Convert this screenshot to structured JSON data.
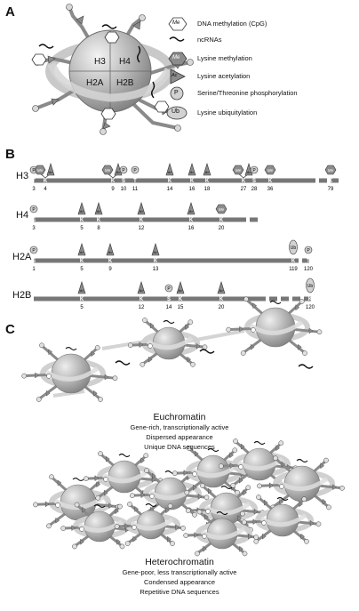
{
  "panels": {
    "a": "A",
    "b": "B",
    "c": "C"
  },
  "legend": [
    {
      "symbol": "Me",
      "label": "DNA methylation (CpG)"
    },
    {
      "symbol": "",
      "label": "ncRNAs"
    },
    {
      "symbol": "Me",
      "label": "Lysine methylation"
    },
    {
      "symbol": "Ac",
      "label": "Lysine acetylation"
    },
    {
      "symbol": "P",
      "label": "Serine/Threonine phosphorylation"
    },
    {
      "symbol": "Ub",
      "label": "Lysine ubiquitylation"
    }
  ],
  "nucleosome": {
    "h3": "H3",
    "h4": "H4",
    "h2a": "H2A",
    "h2b": "H2B"
  },
  "histones": [
    {
      "name": "H3",
      "sites": [
        {
          "residue": "T",
          "pos": "3",
          "marks": [
            "P"
          ]
        },
        {
          "residue": "K",
          "pos": "4",
          "marks": [
            "Me",
            "Ac"
          ]
        },
        {
          "residue": "K",
          "pos": "9",
          "marks": [
            "Me",
            "Ac"
          ]
        },
        {
          "residue": "S",
          "pos": "10",
          "marks": [
            "P"
          ]
        },
        {
          "residue": "T",
          "pos": "11",
          "marks": [
            "P"
          ]
        },
        {
          "residue": "K",
          "pos": "14",
          "marks": [
            "Ac"
          ]
        },
        {
          "residue": "K",
          "pos": "16",
          "marks": [
            "Ac"
          ]
        },
        {
          "residue": "K",
          "pos": "18",
          "marks": [
            "Ac"
          ]
        },
        {
          "residue": "K",
          "pos": "27",
          "marks": [
            "Me",
            "Ac"
          ]
        },
        {
          "residue": "S",
          "pos": "28",
          "marks": [
            "P"
          ]
        },
        {
          "residue": "K",
          "pos": "36",
          "marks": [
            "Me"
          ]
        },
        {
          "residue": "K",
          "pos": "79",
          "marks": [
            "Me"
          ]
        }
      ]
    },
    {
      "name": "H4",
      "sites": [
        {
          "residue": "S",
          "pos": "3",
          "marks": [
            "P"
          ]
        },
        {
          "residue": "K",
          "pos": "5",
          "marks": [
            "Ac"
          ]
        },
        {
          "residue": "K",
          "pos": "8",
          "marks": [
            "Ac"
          ]
        },
        {
          "residue": "K",
          "pos": "12",
          "marks": [
            "Ac"
          ]
        },
        {
          "residue": "K",
          "pos": "16",
          "marks": [
            "Ac"
          ]
        },
        {
          "residue": "K",
          "pos": "20",
          "marks": [
            "Me"
          ]
        }
      ]
    },
    {
      "name": "H2A",
      "sites": [
        {
          "residue": "S",
          "pos": "1",
          "marks": [
            "P"
          ]
        },
        {
          "residue": "K",
          "pos": "5",
          "marks": [
            "Ac"
          ]
        },
        {
          "residue": "K",
          "pos": "9",
          "marks": [
            "Ac"
          ]
        },
        {
          "residue": "K",
          "pos": "13",
          "marks": [
            "Ac"
          ]
        },
        {
          "residue": "K",
          "pos": "119",
          "marks": [
            "Ub"
          ]
        },
        {
          "residue": "T",
          "pos": "120",
          "marks": [
            "P"
          ]
        }
      ]
    },
    {
      "name": "H2B",
      "sites": [
        {
          "residue": "K",
          "pos": "5",
          "marks": [
            "Ac"
          ]
        },
        {
          "residue": "K",
          "pos": "12",
          "marks": [
            "Ac"
          ]
        },
        {
          "residue": "S",
          "pos": "14",
          "marks": [
            "P"
          ]
        },
        {
          "residue": "K",
          "pos": "15",
          "marks": [
            "Ac"
          ]
        },
        {
          "residue": "K",
          "pos": "20",
          "marks": [
            "Ac"
          ]
        },
        {
          "residue": "K",
          "pos": "120",
          "marks": [
            "Ub"
          ]
        }
      ]
    }
  ],
  "euchromatin": {
    "title": "Euchromatin",
    "lines": [
      "Gene-rich, transcriptionally active",
      "Dispersed appearance",
      "Unique DNA sequences"
    ]
  },
  "heterochromatin": {
    "title": "Heterochromatin",
    "lines": [
      "Gene-poor, less transcriptionally active",
      "Condensed appearance",
      "Repetitive DNA sequences"
    ]
  }
}
